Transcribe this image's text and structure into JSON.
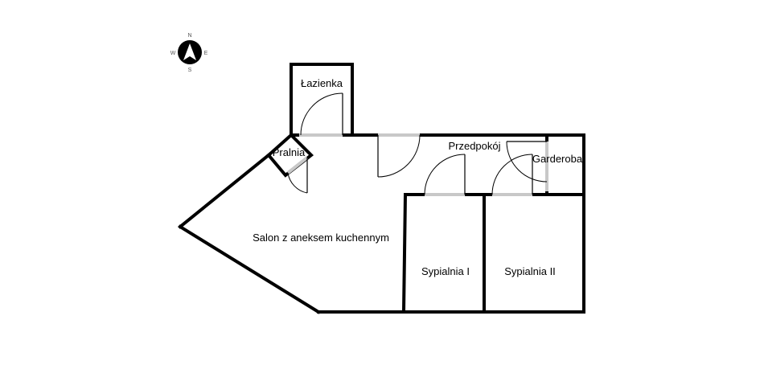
{
  "compass": {
    "north": "N",
    "south": "S",
    "east": "E",
    "west": "W"
  },
  "rooms": {
    "lazienka": "Łazienka",
    "pralnia": "Pralnia",
    "przedpokoj": "Przedpokój",
    "garderoba": "Garderoba",
    "salon": "Salon z aneksem kuchennym",
    "sypialnia1": "Sypialnia I",
    "sypialnia2": "Sypialnia II"
  },
  "colors": {
    "wall": "#000000",
    "door_opening": "#c8c8c8",
    "background": "#ffffff"
  }
}
